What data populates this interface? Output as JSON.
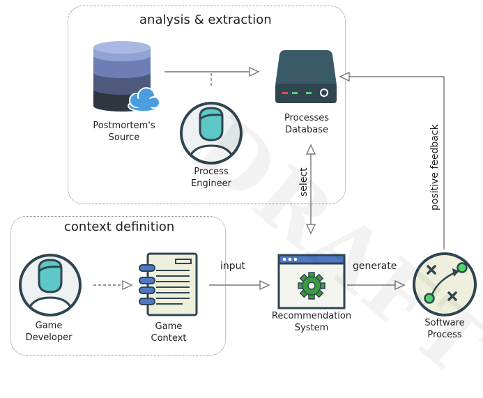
{
  "groups": {
    "analysis": {
      "title": "analysis  & extraction"
    },
    "context": {
      "title": "context definition"
    }
  },
  "nodes": {
    "postmortem_source": {
      "line1": "Postmortem's",
      "line2": "Source",
      "icon": "database-cloud-icon"
    },
    "process_engineer": {
      "line1": "Process",
      "line2": "Engineer",
      "icon": "person-icon"
    },
    "processes_database": {
      "line1": "Processes",
      "line2": "Database",
      "icon": "server-icon"
    },
    "game_developer": {
      "line1": "Game",
      "line2": "Developer",
      "icon": "person-icon"
    },
    "game_context": {
      "line1": "Game",
      "line2": "Context",
      "icon": "document-icon"
    },
    "recommendation_system": {
      "line1": "Recommendation",
      "line2": "System",
      "icon": "gear-window-icon"
    },
    "software_process": {
      "line1": "Software",
      "line2": "Process",
      "icon": "strategy-board-icon"
    }
  },
  "edges": {
    "input": "input",
    "generate": "generate",
    "select": "select",
    "positive_feedback": "positive feedback"
  },
  "watermark": "DRAFT",
  "colors": {
    "teal": "#5ec8c6",
    "dark_slate": "#2f4550",
    "db_top": "#8fa3d4",
    "db_mid": "#6c7eb5",
    "db_low": "#4d5a7d",
    "db_bottom": "#2f3640",
    "cloud": "#4a9ee0",
    "paper": "#eef0dd",
    "tabs": "#4f79c7",
    "gear": "#3e9a3e",
    "green_light": "#4cd964",
    "red_light": "#e25050"
  }
}
